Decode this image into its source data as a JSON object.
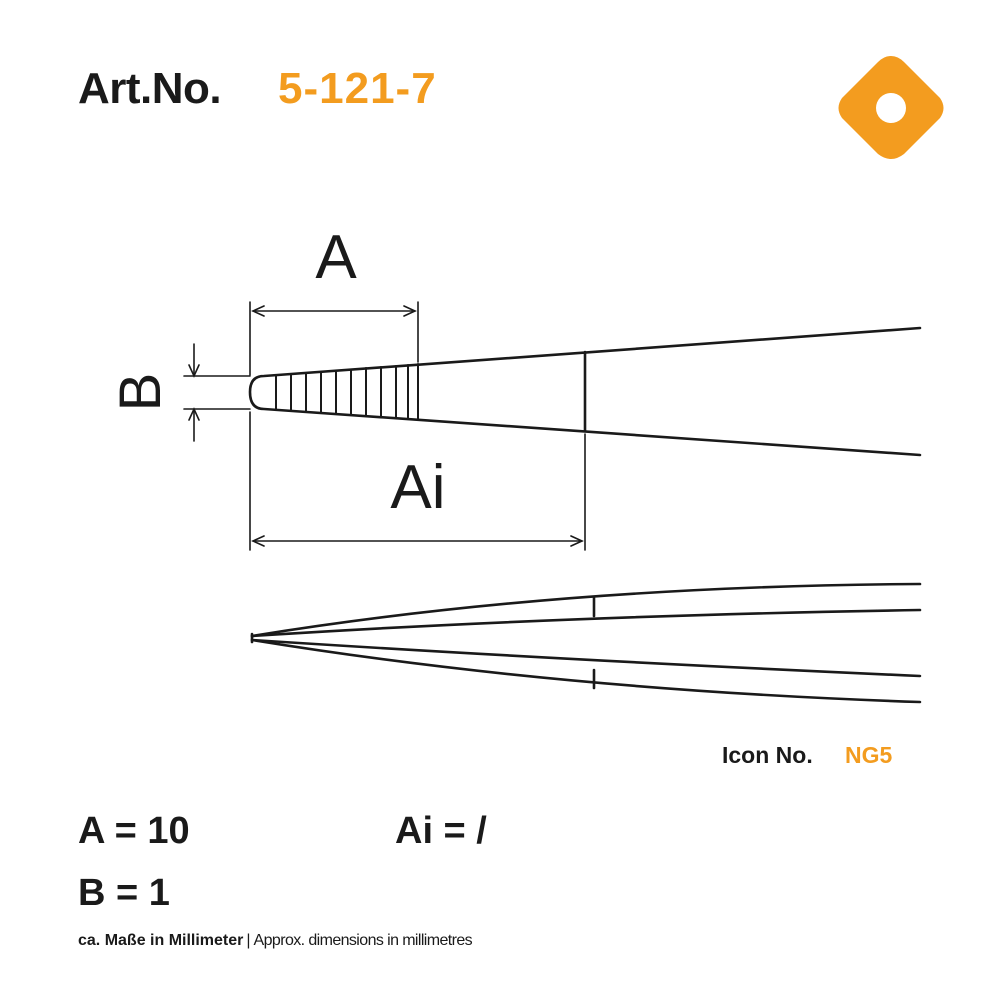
{
  "header": {
    "title_label": "Art.No.",
    "article_number": "5-121-7"
  },
  "colors": {
    "accent": "#f39c1f",
    "ink": "#1a1a1a",
    "background": "#ffffff"
  },
  "logo": {
    "icon": "rounded-diamond-with-hole-icon"
  },
  "diagram": {
    "dimension_labels": {
      "a": "A",
      "b": "B",
      "ai": "Ai"
    }
  },
  "icon_ref": {
    "label": "Icon No.",
    "value": "NG5"
  },
  "specs": {
    "a": "A = 10",
    "ai": "Ai = /",
    "b": "B = 1"
  },
  "footnote": {
    "german": "ca. Maße in Millimeter",
    "separator": "|",
    "english": "Approx. dimensions in millimetres"
  }
}
